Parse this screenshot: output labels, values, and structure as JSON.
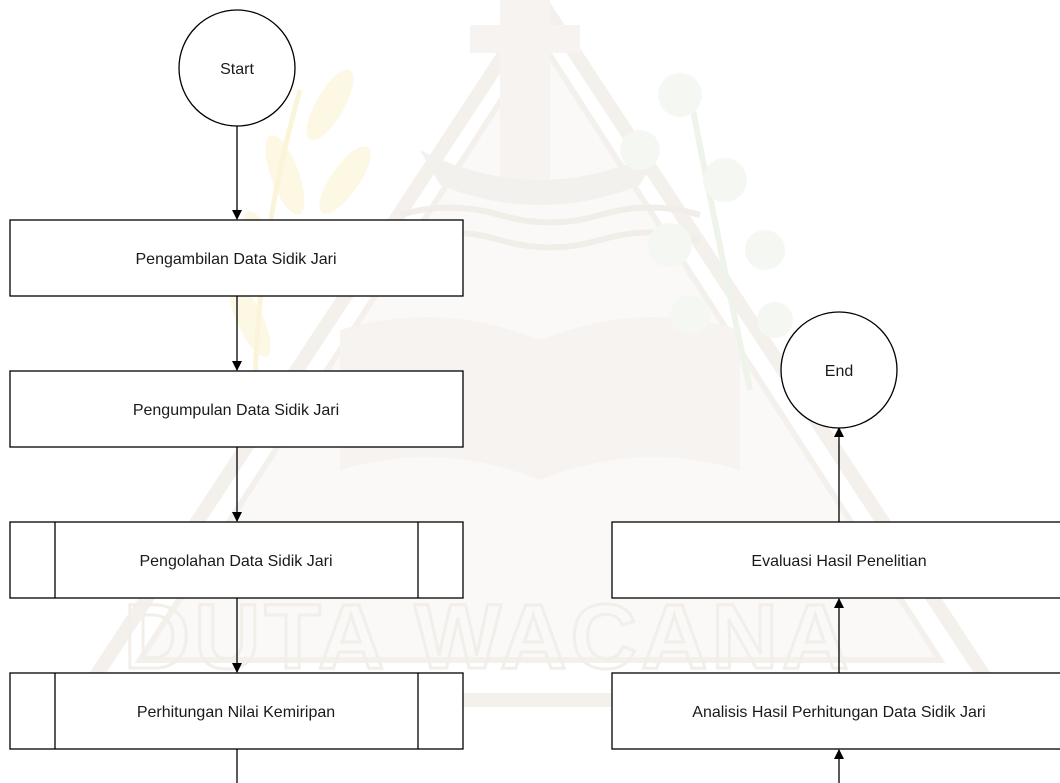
{
  "watermark": {
    "text": "DUTA WACANA"
  },
  "nodes": {
    "start": "Start",
    "step1": "Pengambilan Data Sidik Jari",
    "step2": "Pengumpulan Data Sidik Jari",
    "step3": "Pengolahan Data Sidik Jari",
    "step4": "Perhitungan Nilai Kemiripan",
    "step5": "Analisis Hasil Perhitungan Data Sidik Jari",
    "step6": "Evaluasi Hasil Penelitian",
    "end": "End"
  }
}
